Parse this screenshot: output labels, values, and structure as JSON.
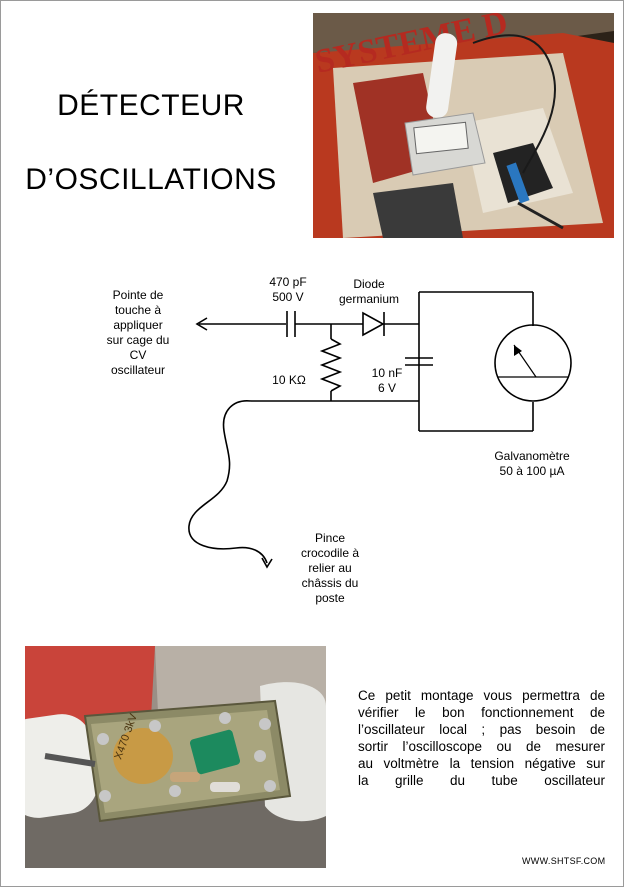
{
  "title": {
    "line1": "DÉTECTEUR",
    "line2": "D’OSCILLATIONS"
  },
  "photos": {
    "top": {
      "description": "magazine-cover-with-probe-and-meter"
    },
    "bottom": {
      "description": "circuit-board-inside-tube"
    }
  },
  "diagram": {
    "probe_label": [
      "Pointe de",
      "touche à",
      "appliquer",
      "sur cage du",
      "CV",
      "oscillateur"
    ],
    "capacitor1_label": [
      "470 pF",
      "500 V"
    ],
    "diode_label": [
      "Diode",
      "germanium"
    ],
    "resistor_label": "10 KΩ",
    "capacitor2_label": [
      "10 nF",
      "6 V"
    ],
    "galvanometer_label": [
      "Galvanomètre",
      "50 à 100 µA"
    ],
    "clip_label": [
      "Pince",
      "crocodile à",
      "relier au",
      "châssis du",
      "poste"
    ]
  },
  "description": [
    "Ce petit montage vous permettra de",
    "vérifier le bon fonctionnement de",
    "l’oscillateur local ; pas besoin de",
    "sortir l’oscilloscope ou de mesurer",
    "au voltmètre la tension négative sur",
    "la grille du tube oscillateur"
  ],
  "footer": "WWW.SHTSF.COM",
  "colors": {
    "border": "#9a9a9a",
    "capacitor_green": "#1c8a5e",
    "capacitor_tan": "#c89a45"
  }
}
